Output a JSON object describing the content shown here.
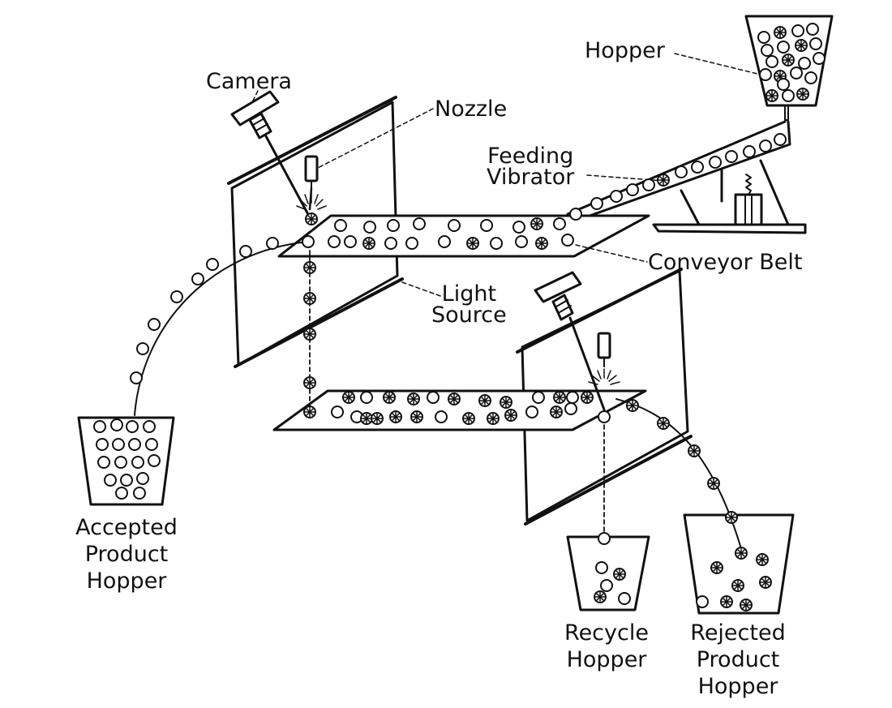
{
  "labels": {
    "hopper": "Hopper",
    "camera": "Camera",
    "nozzle": "Nozzle",
    "feeding_vibrator": [
      "Feeding",
      "Vibrator"
    ],
    "conveyor_belt": "Conveyor Belt",
    "light_source": [
      "Light",
      "Source"
    ],
    "accepted_hopper": [
      "Accepted",
      "Product",
      "Hopper"
    ],
    "recycle_hopper": [
      "Recycle",
      "Hopper"
    ],
    "rejected_hopper": [
      "Rejected",
      "Product",
      "Hopper"
    ]
  },
  "particle_types": [
    "good-particle",
    "defective-particle"
  ]
}
